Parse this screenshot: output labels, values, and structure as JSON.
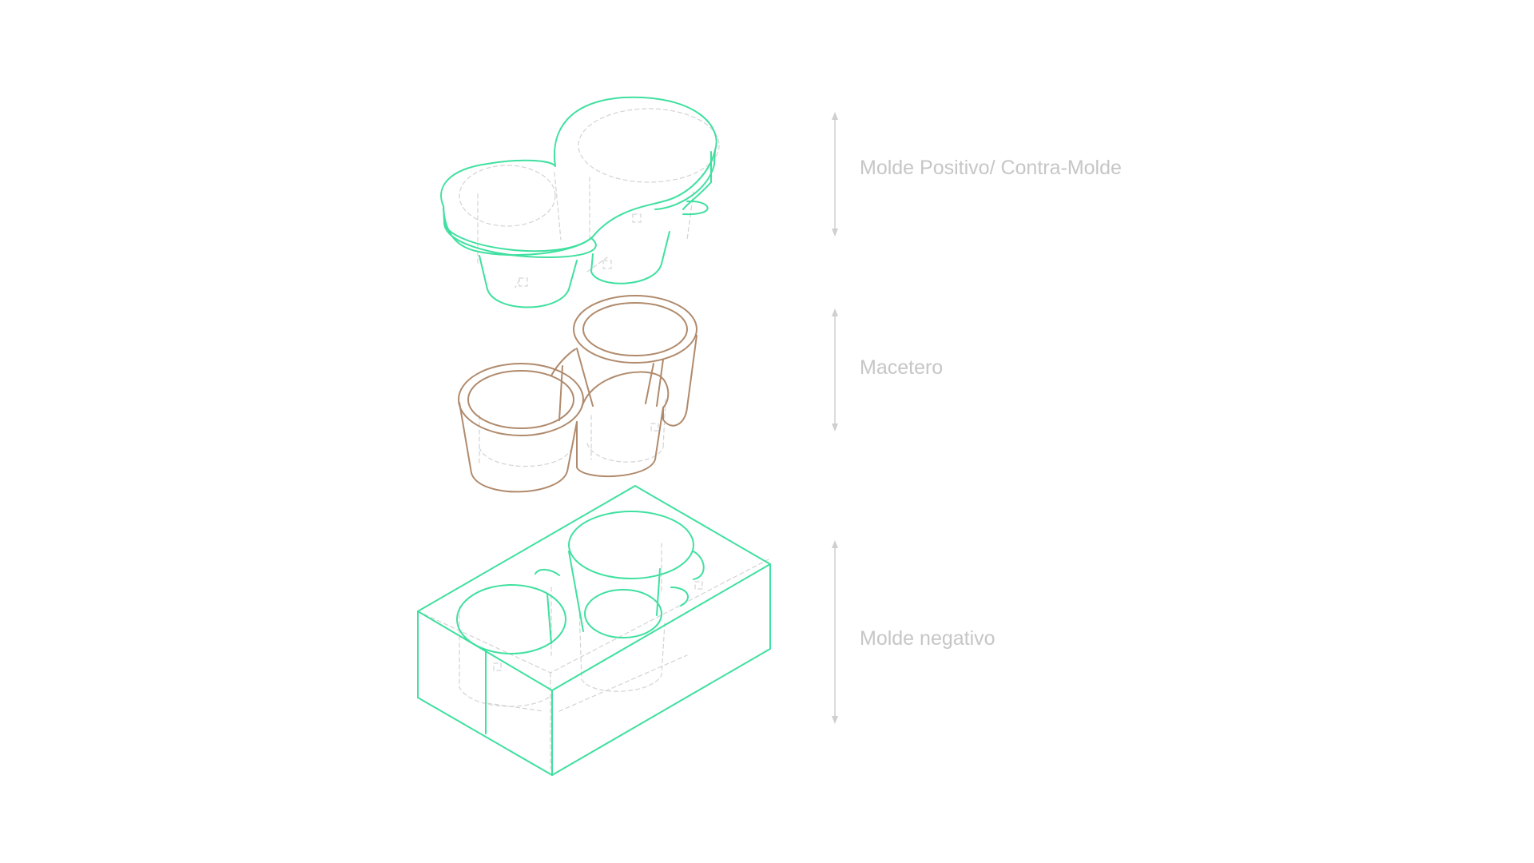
{
  "colors": {
    "mold": "#3fe0a0",
    "pot": "#b08a6c",
    "hidden": "#d3d3d3",
    "dimension": "#cfcfcf",
    "label": "#c6c6c6"
  },
  "labels": {
    "positive_mold": "Molde Positivo/ Contra-Molde",
    "pot": "Macetero",
    "negative_mold": "Molde negativo"
  }
}
